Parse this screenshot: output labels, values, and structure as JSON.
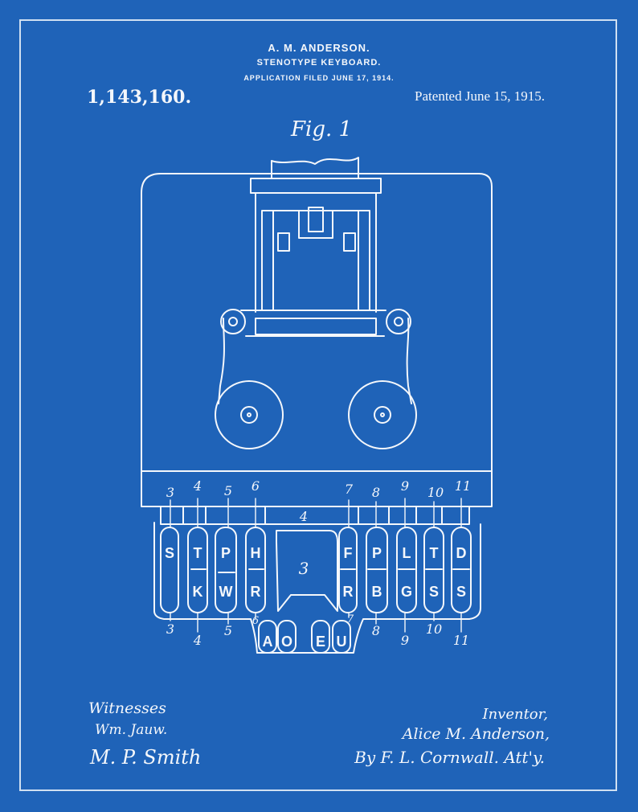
{
  "header": {
    "inventor_name": "A. M. ANDERSON.",
    "title": "STENOTYPE KEYBOARD.",
    "filed": "APPLICATION FILED JUNE 17, 1914."
  },
  "patent_number": "1,143,160.",
  "patented_date": "Patented June 15, 1915.",
  "figure_label": "Fig. 1",
  "keyboard": {
    "bar_label": "4",
    "center_label": "3",
    "top_left_keys": [
      "S",
      "T",
      "P",
      "H"
    ],
    "top_right_keys": [
      "F",
      "P",
      "L",
      "T",
      "D"
    ],
    "bottom_left_keys": [
      "K",
      "W",
      "R"
    ],
    "bottom_right_keys": [
      "R",
      "B",
      "G",
      "S",
      "S"
    ],
    "vowel_keys": [
      "A",
      "O",
      "E",
      "U"
    ],
    "top_numbers": [
      "3",
      "4",
      "5",
      "6",
      "7",
      "8",
      "9",
      "10",
      "11"
    ],
    "bottom_numbers": [
      "3",
      "4",
      "5",
      "6",
      "7",
      "8",
      "9",
      "10",
      "11"
    ]
  },
  "signatures": {
    "witnesses_label": "Witnesses",
    "witness_1": "Wm. Jauw.",
    "witness_2": "M. P. Smith",
    "inventor_label": "Inventor,",
    "inventor_name": "Alice M. Anderson,",
    "attorney_line": "By F. L. Cornwall. Att'y."
  },
  "colors": {
    "background": "#1f63b8",
    "ink": "#f4f7fb"
  }
}
